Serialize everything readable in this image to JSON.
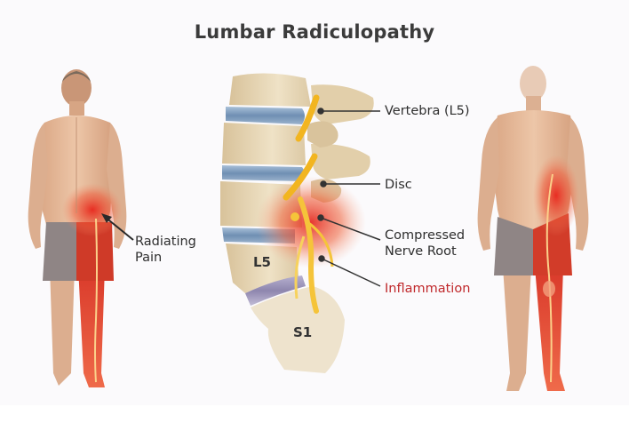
{
  "title": "Lumbar Radiculopathy",
  "figures": {
    "back_view": {
      "label_line1": "Radiating",
      "label_line2": "Pain"
    },
    "spine": {
      "vertebra_label": "Vertebra (L5)",
      "disc_label": "Disc",
      "nerve_label_line1": "Compressed",
      "nerve_label_line2": "Nerve Root",
      "inflammation_label": "Inflammation",
      "l5_label": "L5",
      "s1_label": "S1"
    },
    "front_view": {}
  },
  "colors": {
    "background": "#fbfafc",
    "title": "#3b3b3b",
    "label": "#2e2e2e",
    "inflammation": "#c0282b",
    "pain_red": "#e0402a",
    "skin": "#e6b99a",
    "bone": "#e7d6b4",
    "disc": "#7f9fc0",
    "nerve": "#f2b520",
    "shorts": "#8f8585"
  }
}
